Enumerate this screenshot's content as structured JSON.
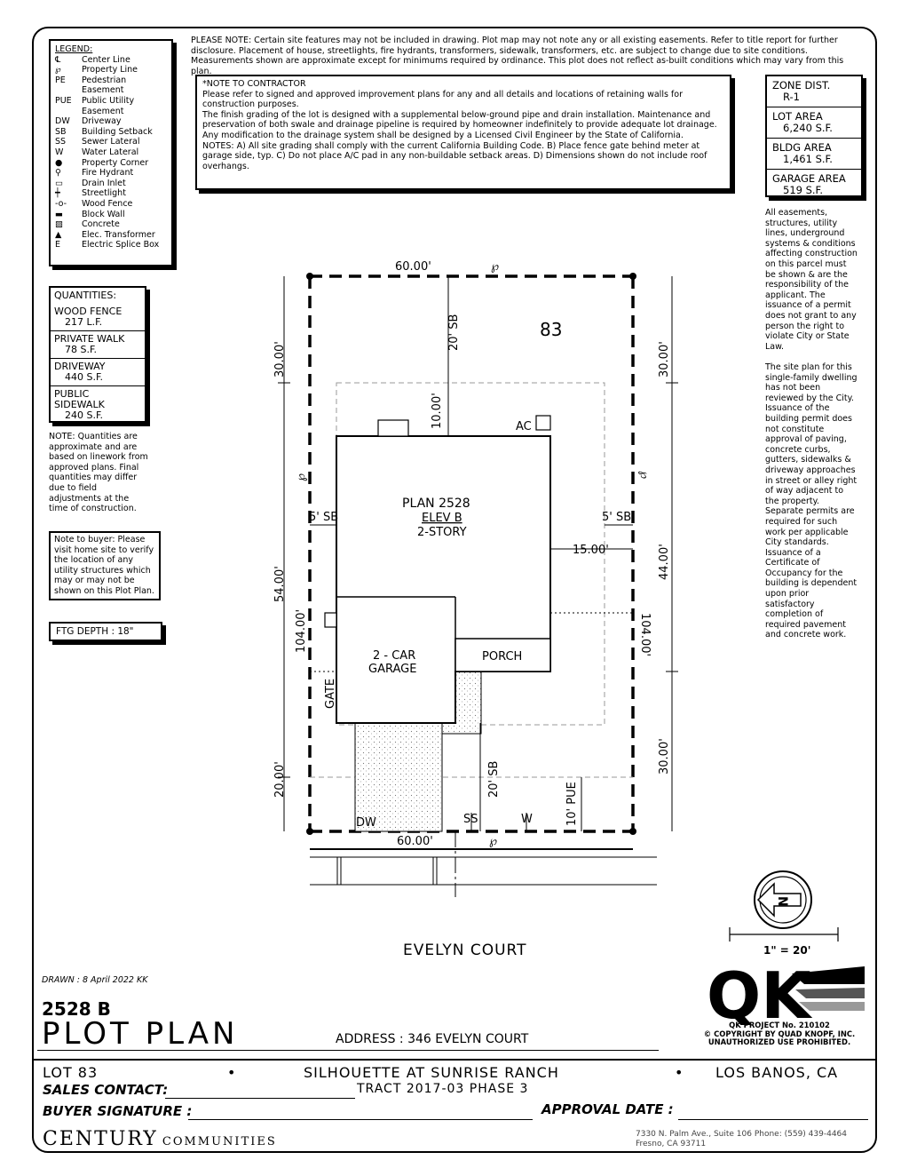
{
  "legend": {
    "title": "LEGEND:",
    "items": [
      {
        "sym": "℄",
        "label": "Center Line"
      },
      {
        "sym": "℘",
        "label": "Property Line"
      },
      {
        "sym": "PE",
        "label": "Pedestrian"
      },
      {
        "sym": "",
        "label": "Easement"
      },
      {
        "sym": "PUE",
        "label": "Public Utility"
      },
      {
        "sym": "",
        "label": "Easement"
      },
      {
        "sym": "DW",
        "label": "Driveway"
      },
      {
        "sym": "SB",
        "label": "Building Setback"
      },
      {
        "sym": "SS",
        "label": "Sewer Lateral"
      },
      {
        "sym": "W",
        "label": "Water Lateral"
      },
      {
        "sym": "●",
        "label": "Property Corner"
      },
      {
        "sym": "⚲",
        "label": "Fire Hydrant"
      },
      {
        "sym": "▭",
        "label": "Drain Inlet"
      },
      {
        "sym": "┿",
        "label": "Streetlight"
      },
      {
        "sym": "-o-",
        "label": "Wood Fence"
      },
      {
        "sym": "▬",
        "label": "Block Wall"
      },
      {
        "sym": "▨",
        "label": "Concrete"
      },
      {
        "sym": "▲",
        "label": "Elec. Transformer"
      },
      {
        "sym": "E",
        "label": "Electric Splice Box"
      }
    ]
  },
  "please_note": "PLEASE NOTE: Certain site features may not be included in drawing. Plot map may not note any or all existing easements. Refer to title report for further disclosure. Placement of house, streetlights, fire hydrants, transformers, sidewalk, transformers, etc. are subject to change due to site conditions. Measurements shown are approximate except for minimums required by ordinance. This plot does not reflect as-built conditions which may vary from this plan.",
  "contractor_note": {
    "title": "*NOTE TO CONTRACTOR",
    "p1": "Please refer to signed and approved improvement plans for any and all details and locations of retaining walls for construction purposes.",
    "p2": "The finish grading of the lot is designed with a supplemental below-ground pipe and drain installation. Maintenance and preservation of both swale and drainage pipeline is required by homeowner indefinitely to provide adequate lot drainage. Any modification to the drainage system shall be designed by a Licensed Civil Engineer by the State of California.",
    "p3": "NOTES: A) All site grading shall comply with the current California Building Code. B) Place fence gate behind meter at garage side, typ. C) Do not place A/C pad in any non-buildable setback areas. D) Dimensions shown do not include roof overhangs."
  },
  "zone_info": [
    {
      "label": "ZONE DIST.",
      "value": "R-1"
    },
    {
      "label": "LOT AREA",
      "value": "6,240 S.F."
    },
    {
      "label": "BLDG AREA",
      "value": "1,461 S.F."
    },
    {
      "label": "GARAGE AREA",
      "value": "519 S.F."
    }
  ],
  "quantities": {
    "title": "QUANTITIES:",
    "items": [
      {
        "label": "WOOD FENCE",
        "value": "217 L.F."
      },
      {
        "label": "PRIVATE WALK",
        "value": "78 S.F."
      },
      {
        "label": "DRIVEWAY",
        "value": "440 S.F."
      },
      {
        "label": "PUBLIC SIDEWALK",
        "value": "240 S.F."
      }
    ],
    "note": "NOTE: Quantities are approximate and are based on linework from approved plans. Final quantities may differ due to field adjustments at the time of construction."
  },
  "buyer_note": "Note to buyer: Please visit home site to verify the location of any utility structures which may or may not be shown on this Plot Plan.",
  "ftg_depth": "FTG DEPTH : 18\"",
  "right_note_1": "All easements, structures, utility lines, underground systems & conditions affecting construction on this parcel must be shown & are the responsibility of the applicant. The issuance of a permit does not grant to any person the right to violate City or State Law.",
  "right_note_2": "The site plan for this single-family dwelling has not been reviewed by the City. Issuance of the building permit does not constitute approval of paving, concrete curbs, gutters, sidewalks & driveway approaches in street or alley right of way adjacent to the property. Separate permits are required for such work per applicable City standards. Issuance of a Certificate of Occupancy for the building is dependent upon prior satisfactory completion of required pavement and concrete work.",
  "plan": {
    "lot_number": "83",
    "plan_name": "PLAN 2528",
    "elevation": "ELEV B",
    "stories": "2-STORY",
    "garage_line1": "2 - CAR",
    "garage_line2": "GARAGE",
    "porch": "PORCH",
    "ac": "AC",
    "gate": "GATE",
    "dw": "DW",
    "ss": "SS",
    "w": "W",
    "pl": "℘",
    "street": "EVELYN COURT",
    "dims": {
      "top_width": "60.00'",
      "bottom_width": "60.00'",
      "left_top": "30.00'",
      "left_mid": "54.00'",
      "left_bottom": "20.00'",
      "left_depth": "104.00'",
      "right_top": "30.00'",
      "right_mid": "44.00'",
      "right_bottom": "30.00'",
      "right_depth": "104.00'",
      "front_sb_top": "20' SB",
      "rear_sb": "20' SB",
      "house_setback": "10.00'",
      "side_sb_left": "5' SB",
      "side_sb_right": "5' SB",
      "side_dim": "15.00'",
      "pue": "10' PUE"
    }
  },
  "north": {
    "label": "N",
    "scale": "1\" = 20'"
  },
  "drawn": "DRAWN : 8 April 2022 KK",
  "plan_code": "2528 B",
  "plot_plan_title": "PLOT PLAN",
  "address": "ADDRESS : 346 EVELYN COURT",
  "qk": {
    "logo": "QK",
    "project": "QK PROJECT No. 210102",
    "copyright": "© COPYRIGHT BY QUAD KNOPF, INC.",
    "unauthorized": "UNAUTHORIZED USE PROHIBITED."
  },
  "footer": {
    "lot": "LOT 83",
    "bullet": "•",
    "community": "SILHOUETTE AT SUNRISE RANCH",
    "city": "LOS BANOS, CA",
    "tract": "TRACT 2017-03 PHASE 3",
    "sales": "SALES CONTACT:",
    "buyer": "BUYER SIGNATURE :",
    "approval": "APPROVAL DATE :",
    "company_big": "CENTURY",
    "company_small": "COMMUNITIES",
    "addr1": "7330 N. Palm Ave., Suite 106   Phone: (559) 439-4464",
    "addr2": "Fresno, CA 93711"
  }
}
